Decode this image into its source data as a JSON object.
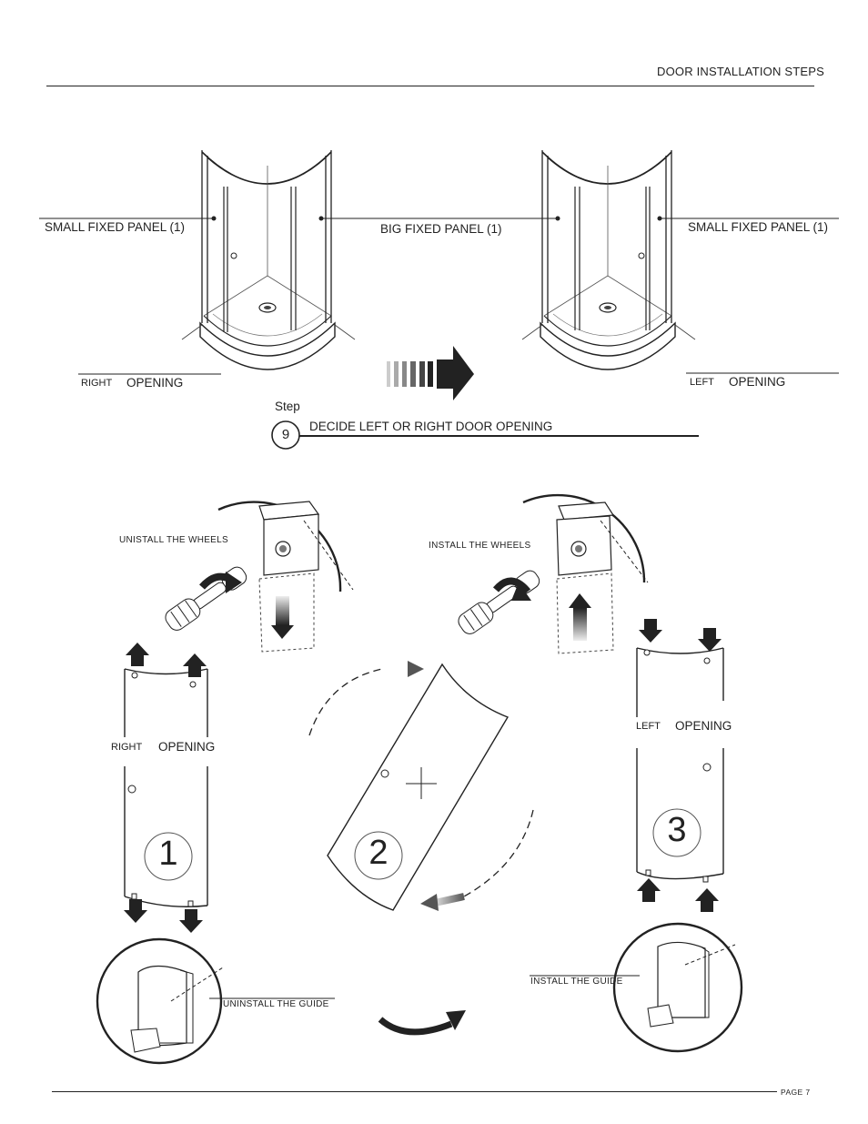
{
  "header": {
    "title": "DOOR INSTALLATION STEPS"
  },
  "top_diagrams": {
    "labels": {
      "small_fixed_panel_left": "SMALL FIXED PANEL (1)",
      "big_fixed_panel": "BIG FIXED PANEL (1)",
      "small_fixed_panel_right": "SMALL FIXED PANEL (1)"
    },
    "left_opening": {
      "side": "RIGHT",
      "word": "OPENING"
    },
    "right_opening": {
      "side": "LEFT",
      "word": "OPENING"
    }
  },
  "step": {
    "caption": "Step",
    "number": "9",
    "title": "DECIDE LEFT OR RIGHT DOOR OPENING"
  },
  "lower_diagrams": {
    "uninstall_wheels": "UNISTALL THE WHEELS",
    "install_wheels": "INSTALL THE WHEELS",
    "panel1": {
      "side": "RIGHT",
      "word": "OPENING",
      "number": "1"
    },
    "panel2": {
      "number": "2"
    },
    "panel3": {
      "side": "LEFT",
      "word": "OPENING",
      "number": "3"
    },
    "uninstall_guide": "UNINSTALL THE GUIDE",
    "install_guide": "INSTALL THE GUIDE"
  },
  "footer": {
    "page": "PAGE 7"
  }
}
